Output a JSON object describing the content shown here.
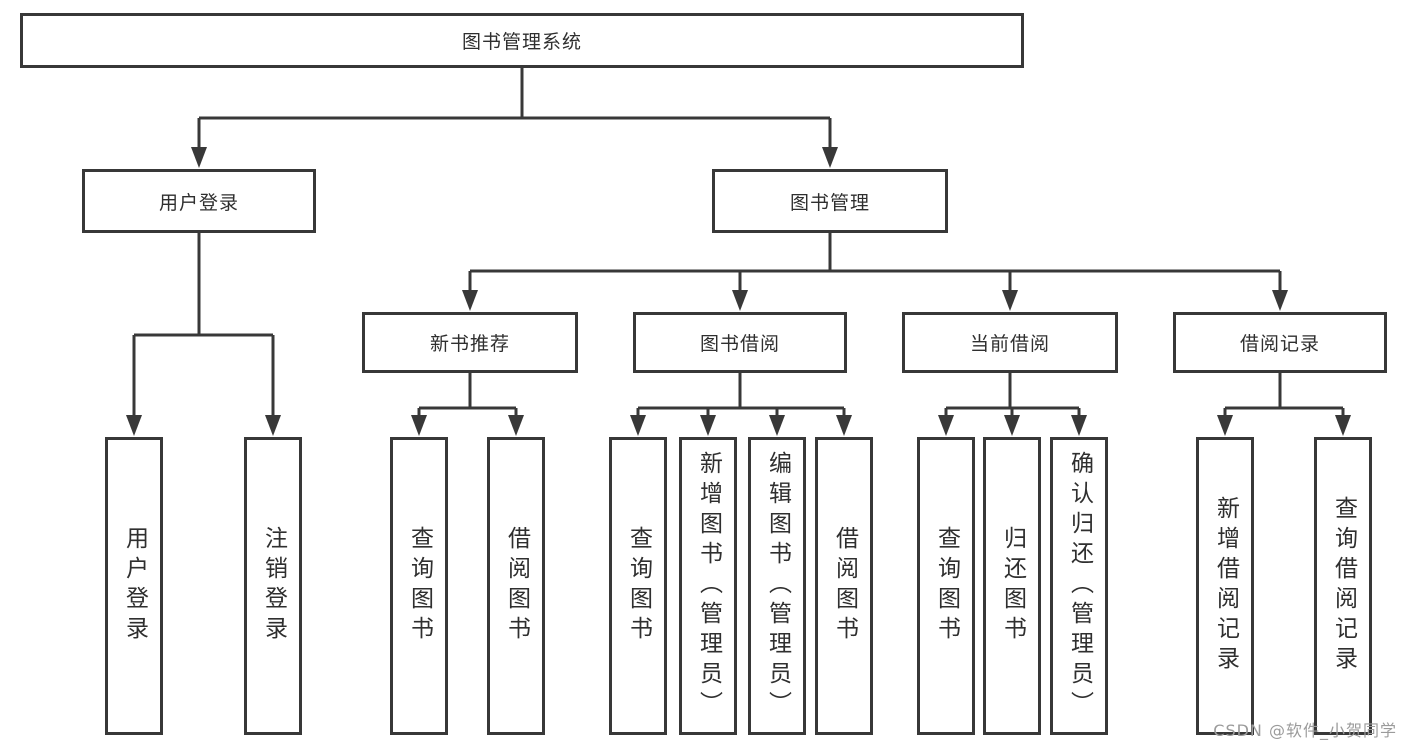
{
  "diagram": {
    "root": "图书管理系统",
    "user_login": {
      "label": "用户登录",
      "children": [
        "用户登录",
        "注销登录"
      ]
    },
    "book_mgmt": {
      "label": "图书管理"
    },
    "new_book_rec": {
      "label": "新书推荐",
      "children": [
        "查询图书",
        "借阅图书"
      ]
    },
    "book_borrow": {
      "label": "图书借阅",
      "children": [
        "查询图书",
        "新增图书（管理员）",
        "编辑图书（管理员）",
        "借阅图书"
      ]
    },
    "current_borrow": {
      "label": "当前借阅",
      "children": [
        "查询图书",
        "归还图书",
        "确认归还（管理员）"
      ]
    },
    "borrow_records": {
      "label": "借阅记录",
      "children": [
        "新增借阅记录",
        "查询借阅记录"
      ]
    }
  },
  "colors": {
    "line": "#383838",
    "box_border": "#383838",
    "box_fill": "#ffffff",
    "text": "#2f2f2f",
    "watermark": "#9b9b9b",
    "background": "#ffffff"
  },
  "watermark": "CSDN @软件_小贺同学"
}
